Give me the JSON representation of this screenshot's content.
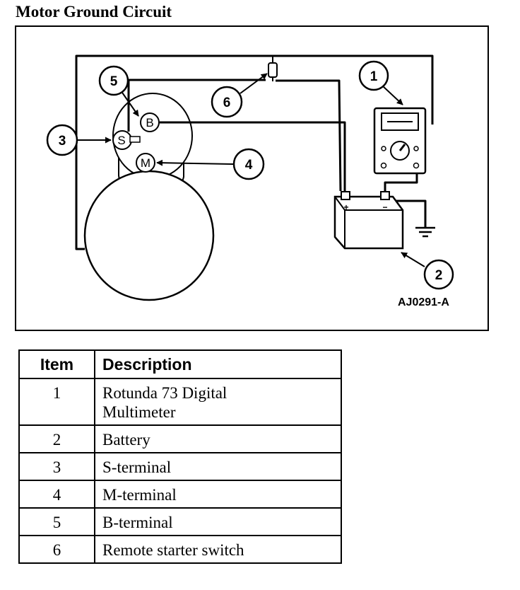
{
  "title": "Motor Ground Circuit",
  "figure_code": "AJ0291-A",
  "callouts": [
    "1",
    "2",
    "3",
    "4",
    "5",
    "6"
  ],
  "terminal_labels": {
    "b": "B",
    "s": "S",
    "m": "M"
  },
  "battery_labels": {
    "plus": "+",
    "minus": "−"
  },
  "table": {
    "headers": {
      "item": "Item",
      "description": "Description"
    },
    "rows": [
      {
        "item": "1",
        "description_lines": [
          "Rotunda 73 Digital",
          "Multimeter"
        ]
      },
      {
        "item": "2",
        "description_lines": [
          "Battery"
        ]
      },
      {
        "item": "3",
        "description_lines": [
          "S-terminal"
        ]
      },
      {
        "item": "4",
        "description_lines": [
          "M-terminal"
        ]
      },
      {
        "item": "5",
        "description_lines": [
          "B-terminal"
        ]
      },
      {
        "item": "6",
        "description_lines": [
          "Remote starter switch"
        ]
      }
    ]
  }
}
